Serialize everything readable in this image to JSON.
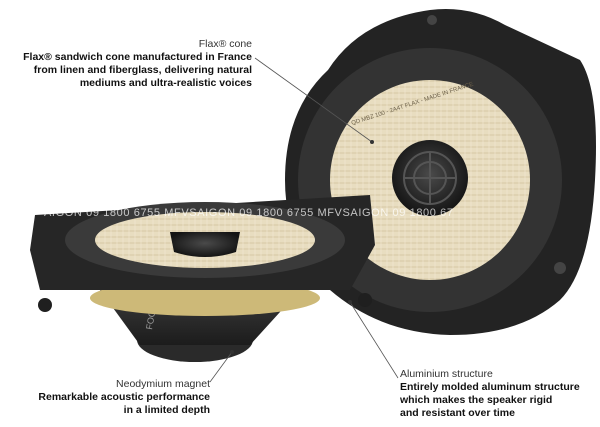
{
  "callouts": {
    "cone": {
      "title": "Flax® cone",
      "desc_lines": [
        "Flax® sandwich cone manufactured in France",
        "from linen and fiberglass, delivering natural",
        "mediums and ultra-realistic voices"
      ]
    },
    "magnet": {
      "title": "Neodymium magnet",
      "desc_lines": [
        "Remarkable acoustic performance",
        "in a limited depth"
      ]
    },
    "structure": {
      "title": "Aluminium structure",
      "desc_lines": [
        "Entirely molded aluminum structure",
        "which makes the speaker rigid",
        "and resistant over time"
      ]
    }
  },
  "watermark": "AIGON 09 1800 6755   MFVSAIGON 09 1800 6755   MFVSAIGON 09 1800 67",
  "speaker_labels": {
    "brand": "FOCAL",
    "cone_print": "QD MBZ 100 - 2A4T FLAX - MADE IN FRANCE"
  },
  "colors": {
    "frame": "#2b2b2b",
    "cone_flax": "#e9dfc4",
    "surround": "#3a3a3a",
    "leader_line": "#555555"
  }
}
